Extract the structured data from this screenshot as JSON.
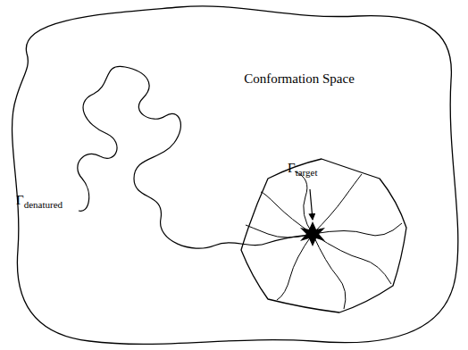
{
  "diagram": {
    "labels": [
      "Conformation Space",
      "Γdenatured",
      "Γtarget"
    ]
  }
}
